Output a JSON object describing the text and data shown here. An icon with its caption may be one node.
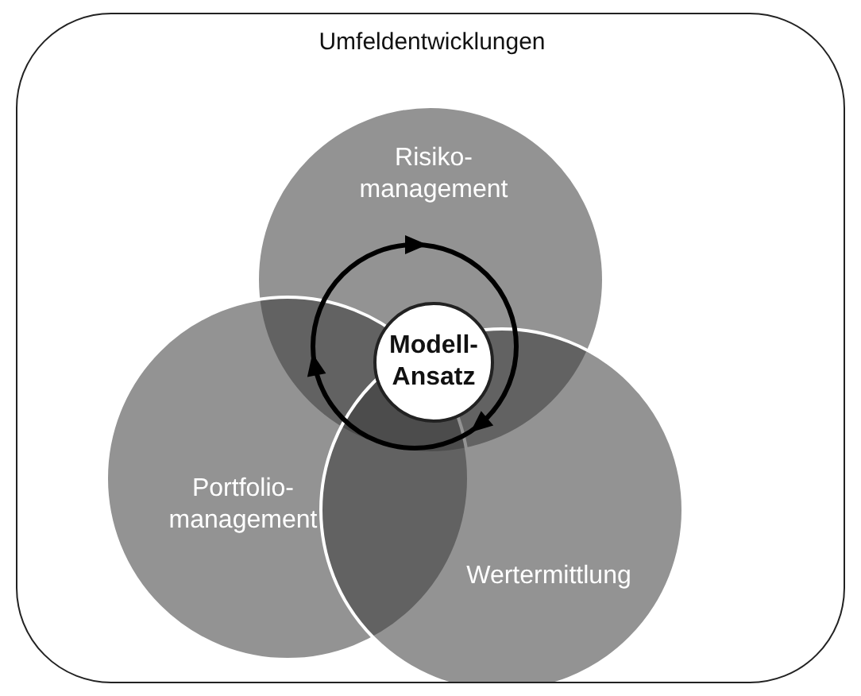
{
  "diagram": {
    "nodes": [
      {
        "text": [
          "Umfeldentwicklungen"
        ]
      },
      {
        "text": [
          "Risiko- management"
        ],
        "in": 0
      },
      {
        "text": [
          "Portfolio- management"
        ],
        "in": 0
      },
      {
        "text": [
          "Wertermittlung"
        ],
        "in": 0
      },
      {
        "text": [
          "Modell- Ansatz"
        ],
        "in": 1
      }
    ]
  }
}
